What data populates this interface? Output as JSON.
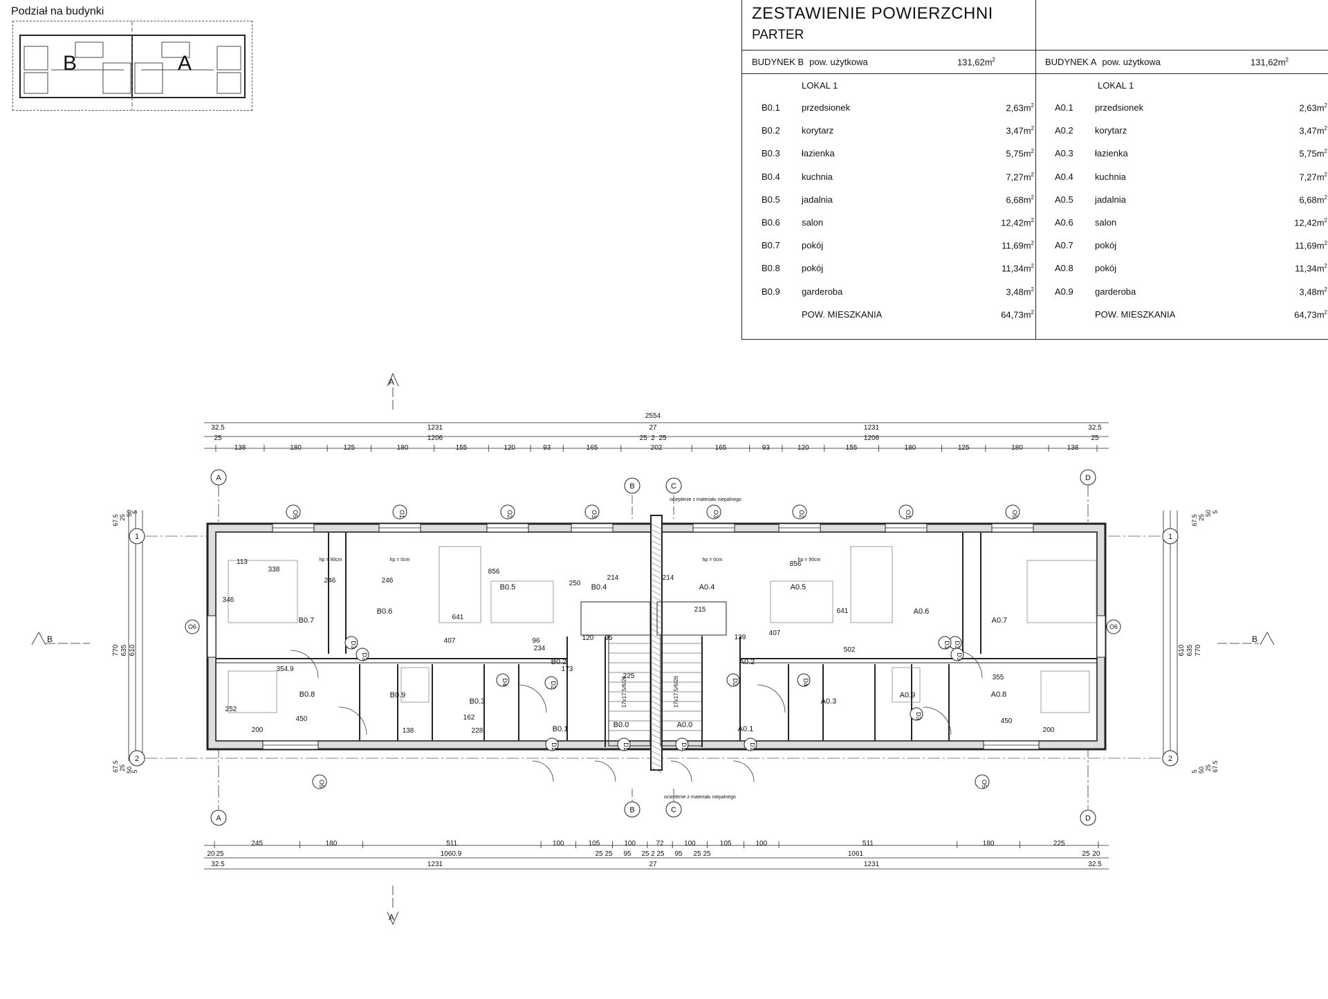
{
  "keyplan": {
    "title": "Podział na budynki",
    "label_b": "B",
    "label_a": "A"
  },
  "area_table": {
    "title": "ZESTAWIENIE POWIERZCHNI",
    "subtitle": "PARTER",
    "buildings": [
      {
        "name": "BUDYNEK B",
        "usable_label": "pow. użytkowa",
        "usable_area": "131,62",
        "unit": "LOKAL 1",
        "rooms": [
          {
            "code": "B0.1",
            "name": "przedsionek",
            "area": "2,63"
          },
          {
            "code": "B0.2",
            "name": "korytarz",
            "area": "3,47"
          },
          {
            "code": "B0.3",
            "name": "łazienka",
            "area": "5,75"
          },
          {
            "code": "B0.4",
            "name": "kuchnia",
            "area": "7,27"
          },
          {
            "code": "B0.5",
            "name": "jadalnia",
            "area": "6,68"
          },
          {
            "code": "B0.6",
            "name": "salon",
            "area": "12,42"
          },
          {
            "code": "B0.7",
            "name": "pokój",
            "area": "11,69"
          },
          {
            "code": "B0.8",
            "name": "pokój",
            "area": "11,34"
          },
          {
            "code": "B0.9",
            "name": "garderoba",
            "area": "3,48"
          }
        ],
        "total_label": "POW. MIESZKANIA",
        "total_area": "64,73"
      },
      {
        "name": "BUDYNEK A",
        "usable_label": "pow. użytkowa",
        "usable_area": "131,62",
        "unit": "LOKAL 1",
        "rooms": [
          {
            "code": "A0.1",
            "name": "przedsionek",
            "area": "2,63"
          },
          {
            "code": "A0.2",
            "name": "korytarz",
            "area": "3,47"
          },
          {
            "code": "A0.3",
            "name": "łazienka",
            "area": "5,75"
          },
          {
            "code": "A0.4",
            "name": "kuchnia",
            "area": "7,27"
          },
          {
            "code": "A0.5",
            "name": "jadalnia",
            "area": "6,68"
          },
          {
            "code": "A0.6",
            "name": "salon",
            "area": "12,42"
          },
          {
            "code": "A0.7",
            "name": "pokój",
            "area": "11,69"
          },
          {
            "code": "A0.8",
            "name": "pokój",
            "area": "11,34"
          },
          {
            "code": "A0.9",
            "name": "garderoba",
            "area": "3,48"
          }
        ],
        "total_label": "POW. MIESZKANIA",
        "total_area": "64,73"
      }
    ],
    "area_unit": "m",
    "area_unit_sup": "2"
  },
  "plan": {
    "overall_dim": "2554",
    "top_half_dims": [
      "32.5",
      "1231",
      "27",
      "1231",
      "32.5"
    ],
    "top_inner_dims": [
      "25",
      "1206",
      "25",
      "2",
      "25",
      "1206",
      "25"
    ],
    "top_detail_dims": [
      "138",
      "180",
      "125",
      "180",
      "155",
      "120",
      "93",
      "165",
      "202",
      "165",
      "93",
      "120",
      "155",
      "180",
      "125",
      "180",
      "138"
    ],
    "bottom_detail_dims": [
      "245",
      "180",
      "511",
      "100",
      "105",
      "100",
      "72",
      "100",
      "105",
      "100",
      "511",
      "180",
      "225"
    ],
    "bottom_inner_dims": [
      "20",
      "25",
      "1060.9",
      "25",
      "25",
      "95",
      "25",
      "2",
      "25",
      "95",
      "25",
      "25",
      "1061",
      "25",
      "20"
    ],
    "bottom_half_dims": [
      "32.5",
      "1231",
      "27",
      "1231",
      "32.5"
    ],
    "left_dims": [
      "770",
      "635",
      "610"
    ],
    "right_dims": [
      "610",
      "635",
      "770"
    ],
    "left_edge_dims": [
      "67.5",
      "25",
      "50",
      "5",
      "5",
      "50",
      "25",
      "67.5"
    ],
    "axis_letters": [
      "A",
      "B",
      "C",
      "D"
    ],
    "axis_numbers": [
      "1",
      "2"
    ],
    "section_marks": [
      "A",
      "B"
    ],
    "insulation_note": "ocieplenie z materiału niepalnego",
    "window_tags": [
      "O5",
      "O1",
      "O2",
      "O3",
      "O3",
      "O2",
      "O1",
      "O5",
      "O6",
      "O6",
      "O5",
      "O5"
    ],
    "door_tags": [
      "D3",
      "D3",
      "D3",
      "D4",
      "D2",
      "D1",
      "D1",
      "D1",
      "D1",
      "D2",
      "D4",
      "D3",
      "D3",
      "D3"
    ],
    "room_labels_b": [
      "B0.7",
      "B0.6",
      "B0.5",
      "B0.4",
      "B0.8",
      "B0.9",
      "B0.3",
      "B0.2",
      "B0.1",
      "B0.0"
    ],
    "room_labels_a": [
      "A0.4",
      "A0.5",
      "A0.6",
      "A0.7",
      "A0.8",
      "A0.9",
      "A0.3",
      "A0.2",
      "A0.1",
      "A0.0"
    ],
    "room_dims": [
      "113",
      "338",
      "346",
      "246",
      "246",
      "641",
      "407",
      "856",
      "250",
      "214",
      "354.9",
      "450",
      "200",
      "252",
      "138",
      "228",
      "162",
      "96",
      "234",
      "173",
      "120",
      "95",
      "225",
      "214",
      "215",
      "139",
      "502",
      "355",
      "450",
      "200",
      "856",
      "407",
      "641"
    ],
    "window_notes": [
      "hp = 90cm",
      "hp = 0cm"
    ],
    "stair_note": "17x17.5/6/26"
  }
}
